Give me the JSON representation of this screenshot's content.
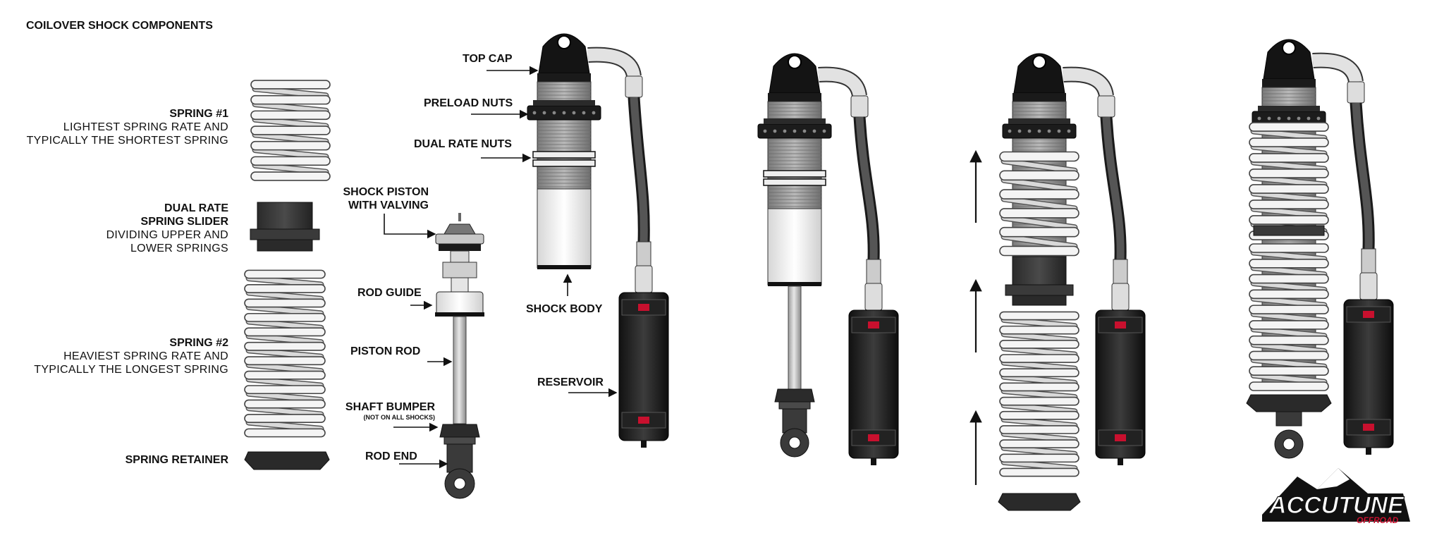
{
  "title": "COILOVER SHOCK COMPONENTS",
  "left_labels": {
    "spring1_title": "SPRING #1",
    "spring1_line1": "LIGHTEST SPRING RATE AND",
    "spring1_line2": "TYPICALLY THE SHORTEST SPRING",
    "slider_title1": "DUAL RATE",
    "slider_title2": "SPRING SLIDER",
    "slider_line1": "DIVIDING UPPER AND",
    "slider_line2": "LOWER SPRINGS",
    "spring2_title": "SPRING #2",
    "spring2_line1": "HEAVIEST SPRING RATE AND",
    "spring2_line2": "TYPICALLY THE LONGEST SPRING",
    "retainer": "SPRING RETAINER"
  },
  "shock_labels": {
    "top_cap": "TOP CAP",
    "preload_nuts": "PRELOAD NUTS",
    "dual_rate_nuts": "DUAL RATE NUTS",
    "piston_line1": "SHOCK PISTON",
    "piston_line2": "WITH VALVING",
    "rod_guide": "ROD GUIDE",
    "piston_rod": "PISTON ROD",
    "shaft_bumper": "SHAFT BUMPER",
    "shaft_bumper_note": "(NOT ON ALL SHOCKS)",
    "rod_end": "ROD END",
    "shock_body": "SHOCK BODY",
    "reservoir": "RESERVOIR"
  },
  "logo": {
    "line1": "ACCUTUNE",
    "line2": "OFFROAD"
  },
  "colors": {
    "ink": "#111111",
    "accent": "#c8102e",
    "body_black": "#1a1a1a",
    "chrome": "#bdbdbd"
  }
}
